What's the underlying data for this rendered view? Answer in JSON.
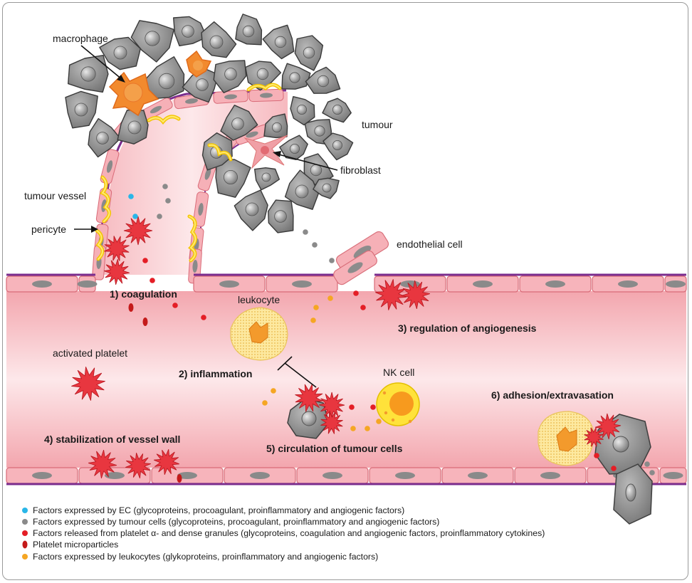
{
  "labels": {
    "macrophage": "macrophage",
    "tumour": "tumour",
    "fibroblast": "fibroblast",
    "tumour_vessel": "tumour vessel",
    "pericyte": "pericyte",
    "endothelial_cell": "endothelial cell",
    "leukocyte": "leukocyte",
    "activated_platelet": "activated platelet",
    "nk_cell": "NK cell"
  },
  "steps": {
    "s1": "1) coagulation",
    "s2": "2) inflammation",
    "s3": "3) regulation of angiogenesis",
    "s4": "4) stabilization of vessel wall",
    "s5": "5) circulation of tumour cells",
    "s6": "6) adhesion/extravasation"
  },
  "legend": [
    {
      "color": "#29b6e8",
      "shape": "dot",
      "text": "Factors expressed by EC (glycoproteins, procoagulant, proinflammatory and angiogenic factors)"
    },
    {
      "color": "#8a8a8a",
      "shape": "dot",
      "text": "Factors expressed by tumour cells (glycoproteins, procoagulant, proinflammatory and angiogenic factors)"
    },
    {
      "color": "#e41e26",
      "shape": "dot",
      "text": "Factors released from platelet α- and dense granules (glycoproteins, coagulation and angiogenic factors, proinflammatory cytokines)"
    },
    {
      "color": "#c41a1a",
      "shape": "oval",
      "text": "Platelet microparticles"
    },
    {
      "color": "#f5a623",
      "shape": "dot",
      "text": "Factors expressed by leukocytes (glykoproteins, proinflammatory and angiogenic factors)"
    }
  ]
}
